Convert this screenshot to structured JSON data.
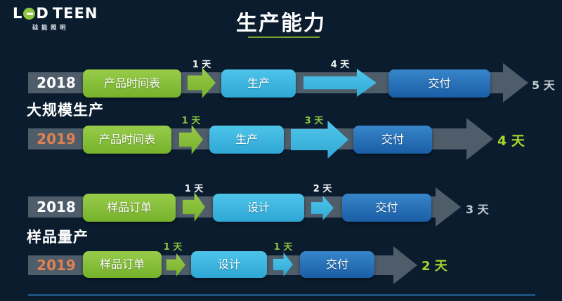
{
  "colors": {
    "background": "#0a1c2e",
    "bar_gray": "#4f5d6b",
    "green": "#8cc63f",
    "cyan": "#3ebde4",
    "blue": "#2a74b8",
    "year_orange": "#e08150",
    "total_gray": "#c4ccd3",
    "total_green": "#a8d42c",
    "title_underline": "#7d9e2c",
    "bottom_line": "#1d5280"
  },
  "logo": {
    "main_l": "L",
    "main_d": "D",
    "main_teen": "TEEN",
    "subtitle": "硅能照明"
  },
  "title": "生产能力",
  "section_mass": "大规模生产",
  "section_sample": "样品量产",
  "rows": [
    {
      "year": "2018",
      "step1": "产品时间表",
      "gap1": "1 天",
      "step2": "生产",
      "gap2": "4 天",
      "step3": "交付",
      "total": "5 天"
    },
    {
      "year": "2019",
      "step1": "产品时间表",
      "gap1": "1 天",
      "step2": "生产",
      "gap2": "3 天",
      "step3": "交付",
      "total": "4 天"
    },
    {
      "year": "2018",
      "step1": "样品订单",
      "gap1": "1 天",
      "step2": "设计",
      "gap2": "2 天",
      "step3": "交付",
      "total": "3 天"
    },
    {
      "year": "2019",
      "step1": "样品订单",
      "gap1": "1 天",
      "step2": "设计",
      "gap2": "1 天",
      "step3": "交付",
      "total": "2 天"
    }
  ]
}
